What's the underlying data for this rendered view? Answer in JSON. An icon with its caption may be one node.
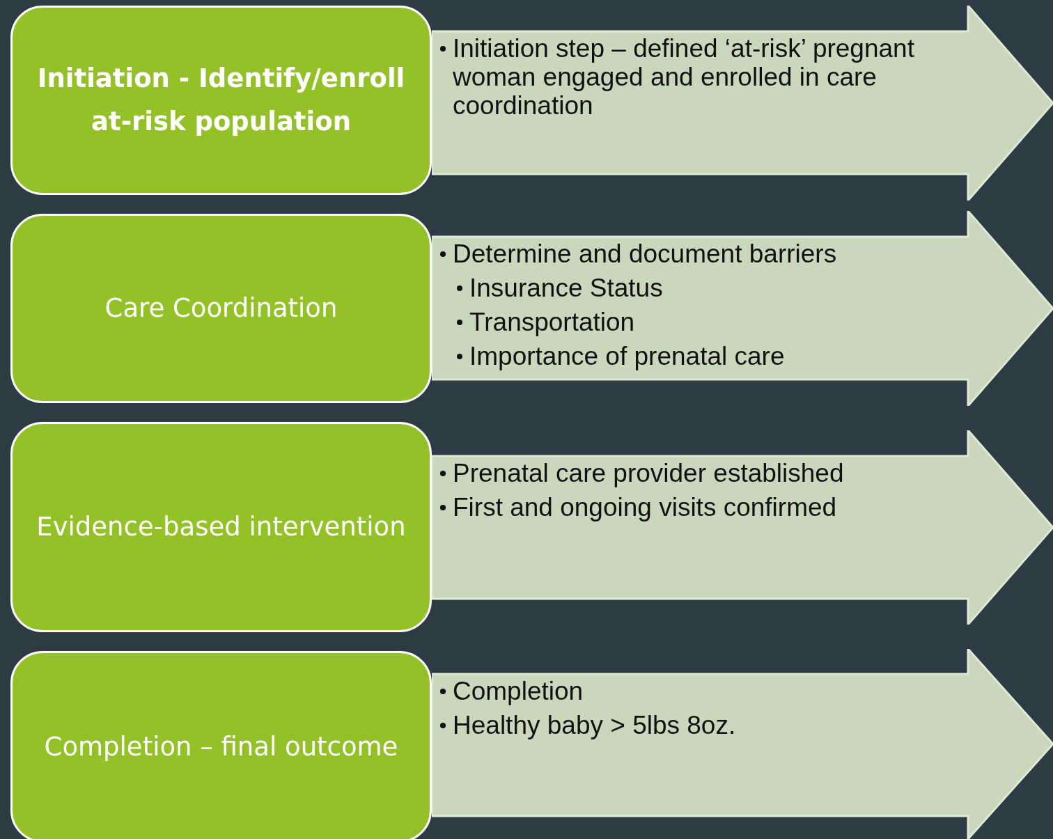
{
  "diagram": {
    "nodes": [
      {
        "text": [
          "Initiation - Identify/enroll at-risk population"
        ]
      },
      {
        "text": [
          "Initiation step – defined ‘at-risk’ pregnant woman engaged and enrolled in care coordination"
        ]
      },
      {
        "text": [
          "Care Coordination"
        ]
      },
      {
        "text": [
          "Determine and document barriers",
          "Insurance Status",
          "Transportation",
          "Importance of prenatal care"
        ]
      },
      {
        "text": [
          "Evidence-based intervention"
        ]
      },
      {
        "text": [
          "Prenatal care provider established",
          "First and ongoing visits confirmed"
        ]
      },
      {
        "text": [
          "Completion – final outcome"
        ]
      },
      {
        "text": [
          "Completion",
          "Healthy baby > 5lbs 8oz."
        ]
      }
    ]
  }
}
